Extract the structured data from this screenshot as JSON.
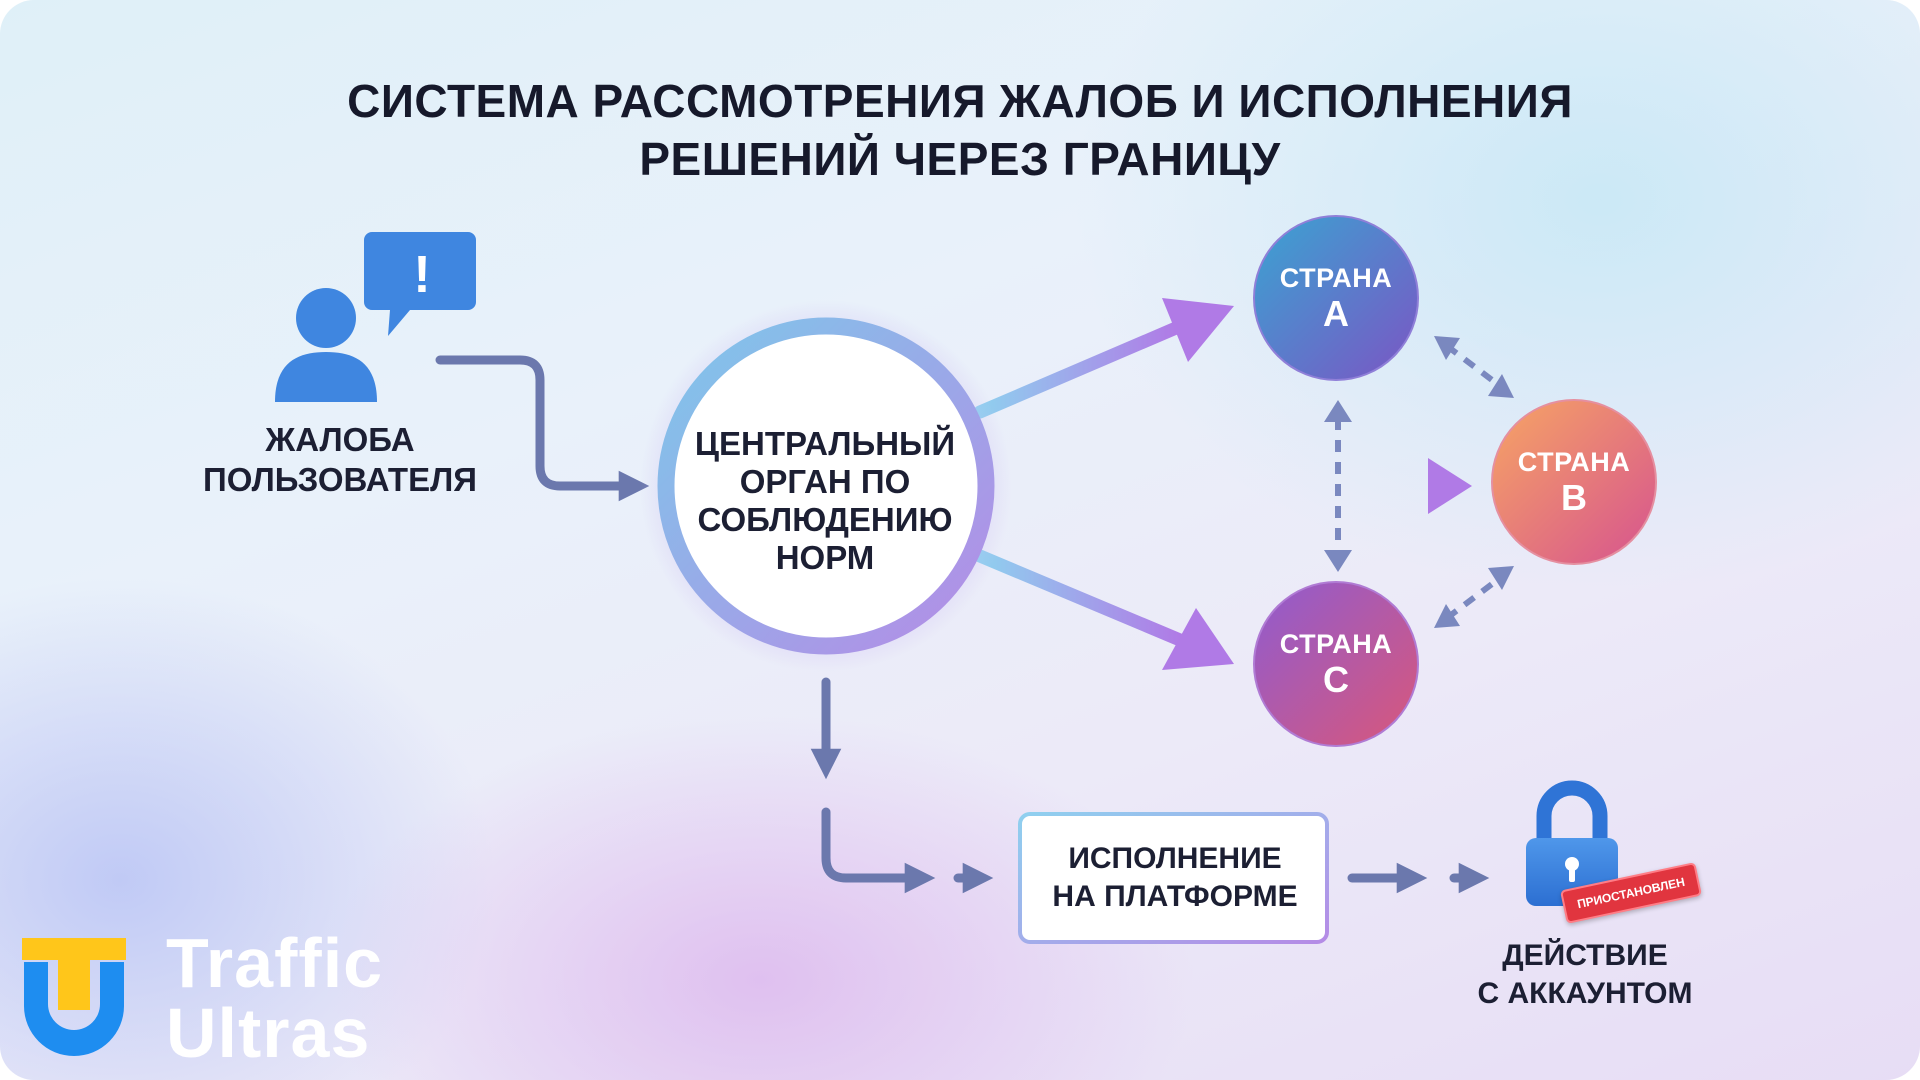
{
  "title": {
    "line1": "СИСТЕМА РАССМОТРЕНИЯ ЖАЛОБ И ИСПОЛНЕНИЯ",
    "line2": "РЕШЕНИЙ ЧЕРЕЗ ГРАНИЦУ"
  },
  "user": {
    "label_line1": "ЖАЛОБА",
    "label_line2": "ПОЛЬЗОВАТЕЛЯ",
    "icon": "user-complaint-icon",
    "bubble_symbol": "!"
  },
  "hub": {
    "label_lines": [
      "ЦЕНТРАЛЬНЫЙ",
      "ОРГАН ПО",
      "СОБЛЮДЕНИЮ",
      "НОРМ"
    ]
  },
  "countries": [
    {
      "name": "СТРАНА",
      "letter": "A"
    },
    {
      "name": "СТРАНА",
      "letter": "B"
    },
    {
      "name": "СТРАНА",
      "letter": "C"
    }
  ],
  "enforcement": {
    "label_line1": "ИСПОЛНЕНИЕ",
    "label_line2": "НА ПЛАТФОРМЕ"
  },
  "action": {
    "label_line1": "ДЕЙСТВИЕ",
    "label_line2": "С АККАУНТОМ",
    "stamp": "ПРИОСТАНОВЛЕН",
    "icon": "padlock-icon"
  },
  "brand": {
    "line1": "Traffic",
    "line2": "Ultras",
    "logo": "tu-logo-icon"
  },
  "colors": {
    "arrow": "#6b78ad",
    "accent_purple": "#b07ae6",
    "accent_blue": "#7fc3ea",
    "hub_ring_start": "#7ec7ea",
    "hub_ring_end": "#b58be6",
    "country_a": [
      "#3a9ecf",
      "#7b5bc6"
    ],
    "country_b": [
      "#f39468",
      "#d65a8f"
    ],
    "country_c": [
      "#9c5ec9",
      "#d2577d"
    ],
    "icon_blue": "#3f86e0",
    "logo_yellow": "#ffc61a",
    "logo_blue": "#1e8df0",
    "stamp_red": "#e1353f"
  }
}
